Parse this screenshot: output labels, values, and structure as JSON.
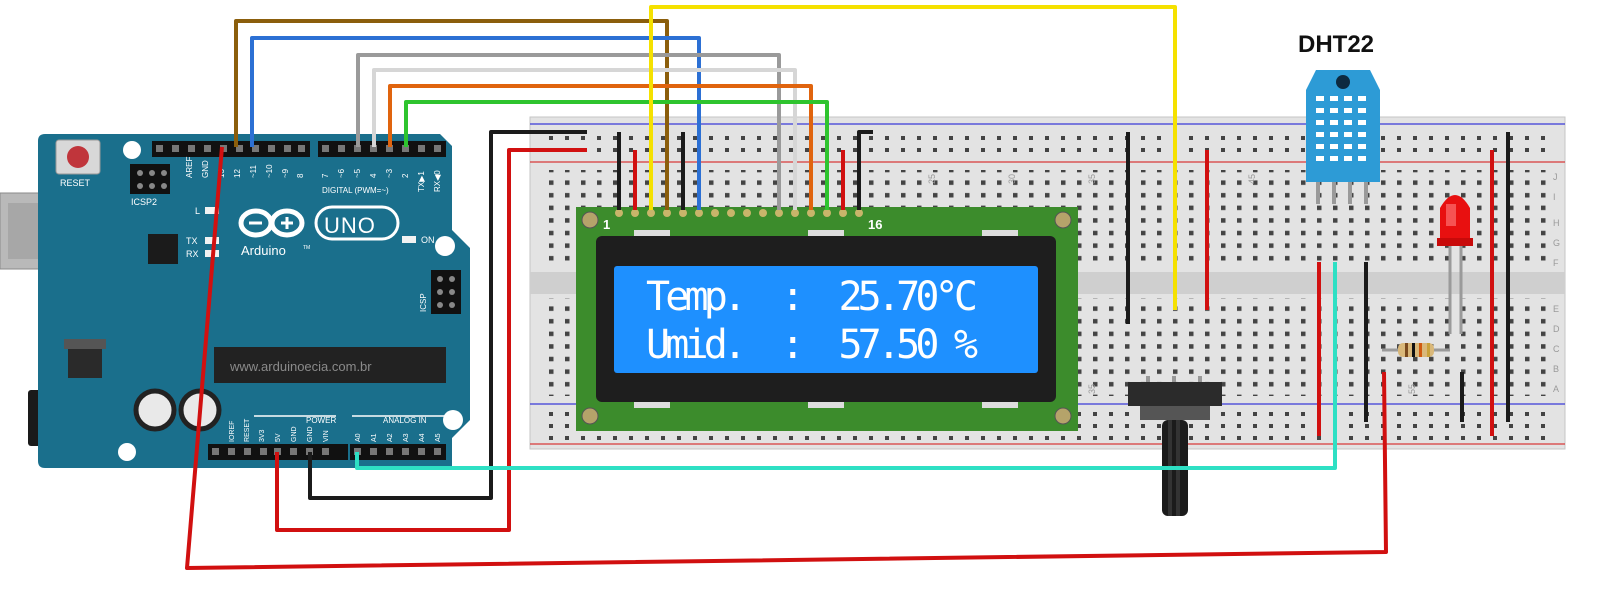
{
  "arduino": {
    "reset_label": "RESET",
    "icsp2_label": "ICSP2",
    "icsp_label": "ICSP",
    "aref_label": "AREF",
    "gnd_label": "GND",
    "pin_labels_left": [
      "13",
      "12",
      "~11",
      "~10",
      "~9",
      "8"
    ],
    "pin_labels_right": [
      "7",
      "~6",
      "~5",
      "4",
      "~3",
      "2",
      "TX▶1",
      "RX◀0"
    ],
    "digital_label": "DIGITAL (PWM=~)",
    "l_label": "L",
    "tx_label": "TX",
    "rx_label": "RX",
    "on_label": "ON",
    "brand_label": "Arduino",
    "tm_label": "TM",
    "uno_label": "UNO",
    "website": "www.arduinoecia.com.br",
    "power_label": "POWER",
    "power_pins": [
      "IOREF",
      "RESET",
      "3V3",
      "5V",
      "GND",
      "GND",
      "VIN"
    ],
    "analog_label": "ANALOG IN",
    "analog_pins": [
      "A0",
      "A1",
      "A2",
      "A3",
      "A4",
      "A5"
    ]
  },
  "lcd": {
    "pin_first": "1",
    "pin_last": "16",
    "line1": "Temp.  :  25.70°C",
    "line2": "Umid.  :  57.50 %"
  },
  "sensor": {
    "label": "DHT22"
  },
  "breadboard": {
    "col_numbers": [
      "25",
      "30",
      "35",
      "45",
      "35",
      "55"
    ],
    "row_letters_top": [
      "J",
      "I",
      "H",
      "G",
      "F"
    ],
    "row_letters_bottom": [
      "E",
      "D",
      "C",
      "B",
      "A"
    ]
  },
  "colors": {
    "arduino_board": "#1a6f8c",
    "lcd_pcb": "#3c8c2c",
    "lcd_screen": "#1e90ff",
    "sensor_body": "#2d9bd6",
    "led_red": "#e81010"
  }
}
